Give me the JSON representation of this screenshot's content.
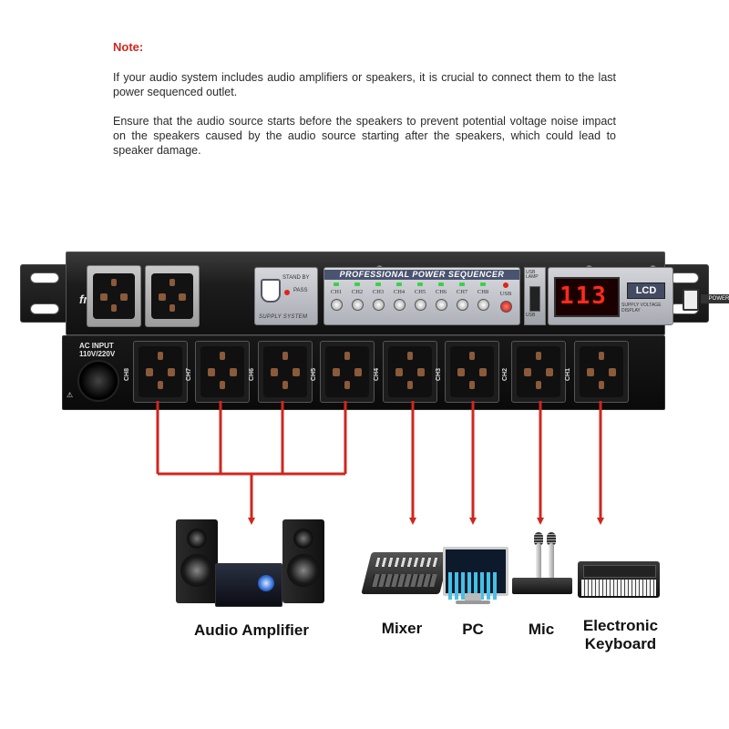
{
  "note": {
    "title": "Note:",
    "para1": "If your audio system includes audio amplifiers or speakers, it is crucial to connect them to the last power sequenced outlet.",
    "para2": "Ensure that the audio source starts before the speakers to prevent potential voltage noise impact on the speakers caused by the audio source starting after the speakers, which could lead to speaker damage."
  },
  "device": {
    "brand": "fmuser",
    "standby_label": "STAND BY",
    "pass_label": "PASS",
    "supply_label": "SUPPLY SYSTEM",
    "sequencer_title": "PROFESSIONAL POWER SEQUENCER",
    "channels": [
      "CH1",
      "CH2",
      "CH3",
      "CH4",
      "CH5",
      "CH6",
      "CH7",
      "CH8",
      "USB"
    ],
    "usb_label": "USB LAMP",
    "usb_port_label": "USB",
    "lcd_value": "113",
    "lcd_tag": "LCD",
    "lcd_sub": "SUPPLY VOLTAGE DISPLAY",
    "power_label": "POWER",
    "ac_input_line1": "AC INPUT",
    "ac_input_line2": "110V/220V",
    "rear_channels": [
      "CH8",
      "CH7",
      "CH6",
      "CH5",
      "CH4",
      "CH3",
      "CH2",
      "CH1"
    ],
    "colors": {
      "accent_red": "#d0261e",
      "lcd_red": "#ff2a1c",
      "led_green": "#3cd04a",
      "panel_navy": "#4a5470"
    }
  },
  "devices": {
    "amplifier": "Audio Amplifier",
    "mixer": "Mixer",
    "pc": "PC",
    "mic": "Mic",
    "keyboard_line1": "Electronic",
    "keyboard_line2": "Keyboard"
  }
}
